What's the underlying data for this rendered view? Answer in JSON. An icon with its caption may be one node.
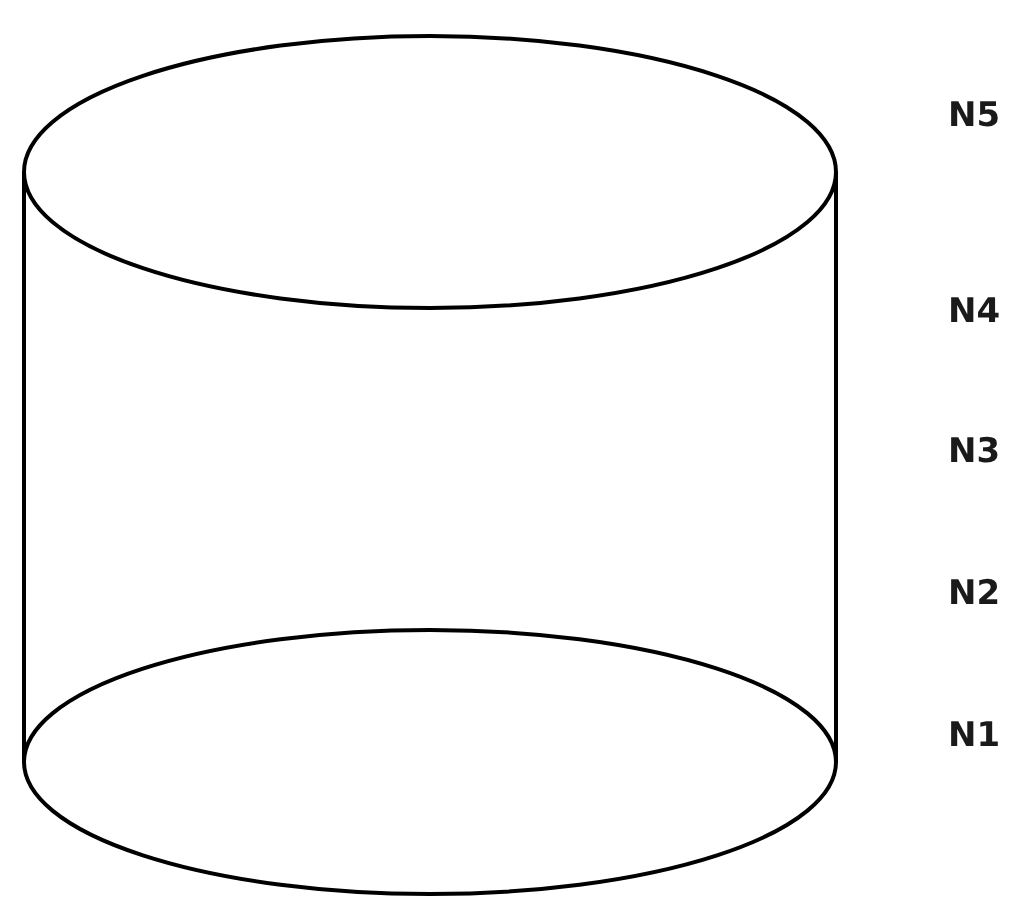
{
  "diagram": {
    "labels": [
      "N5",
      "N4",
      "N3",
      "N2",
      "N1"
    ]
  }
}
